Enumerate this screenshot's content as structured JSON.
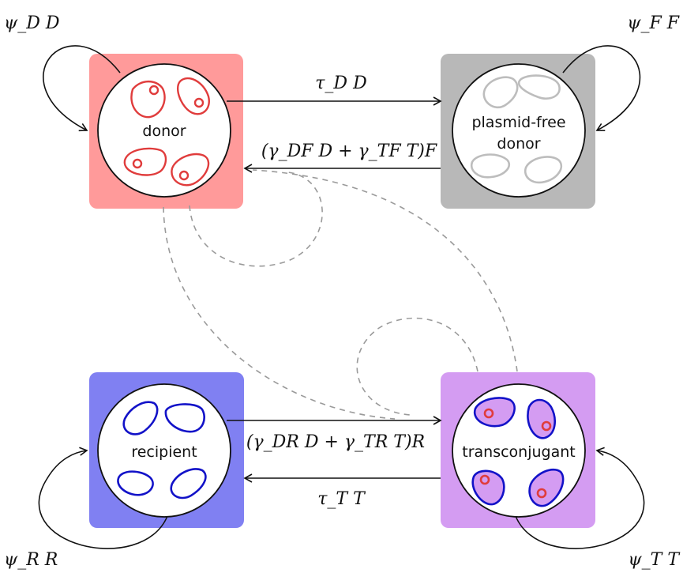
{
  "colors": {
    "donor_box": "#ff9a9a",
    "free_box": "#b8b8b8",
    "recipient_box": "#8080f2",
    "trans_box": "#d49cf2",
    "red": "#e03c3c",
    "grey_cell": "#bdbdbd",
    "blue": "#1212c8",
    "dashed": "#9a9a9a"
  },
  "nodes": {
    "donor": {
      "label": "donor"
    },
    "free": {
      "label_line1": "plasmid-free",
      "label_line2": "donor"
    },
    "recipient": {
      "label": "recipient"
    },
    "transconjugant": {
      "label": "transconjugant"
    }
  },
  "loops": {
    "donor": "ψ_D D",
    "free": "ψ_F F",
    "recipient": "ψ_R R",
    "trans": "ψ_T T"
  },
  "edges": {
    "donor_to_free": "τ_D D",
    "free_to_donor": "(γ_DF D + γ_TF T)F",
    "recipient_to_trans": "(γ_DR D + γ_TR T)R",
    "trans_to_recipient": "τ_T T"
  }
}
